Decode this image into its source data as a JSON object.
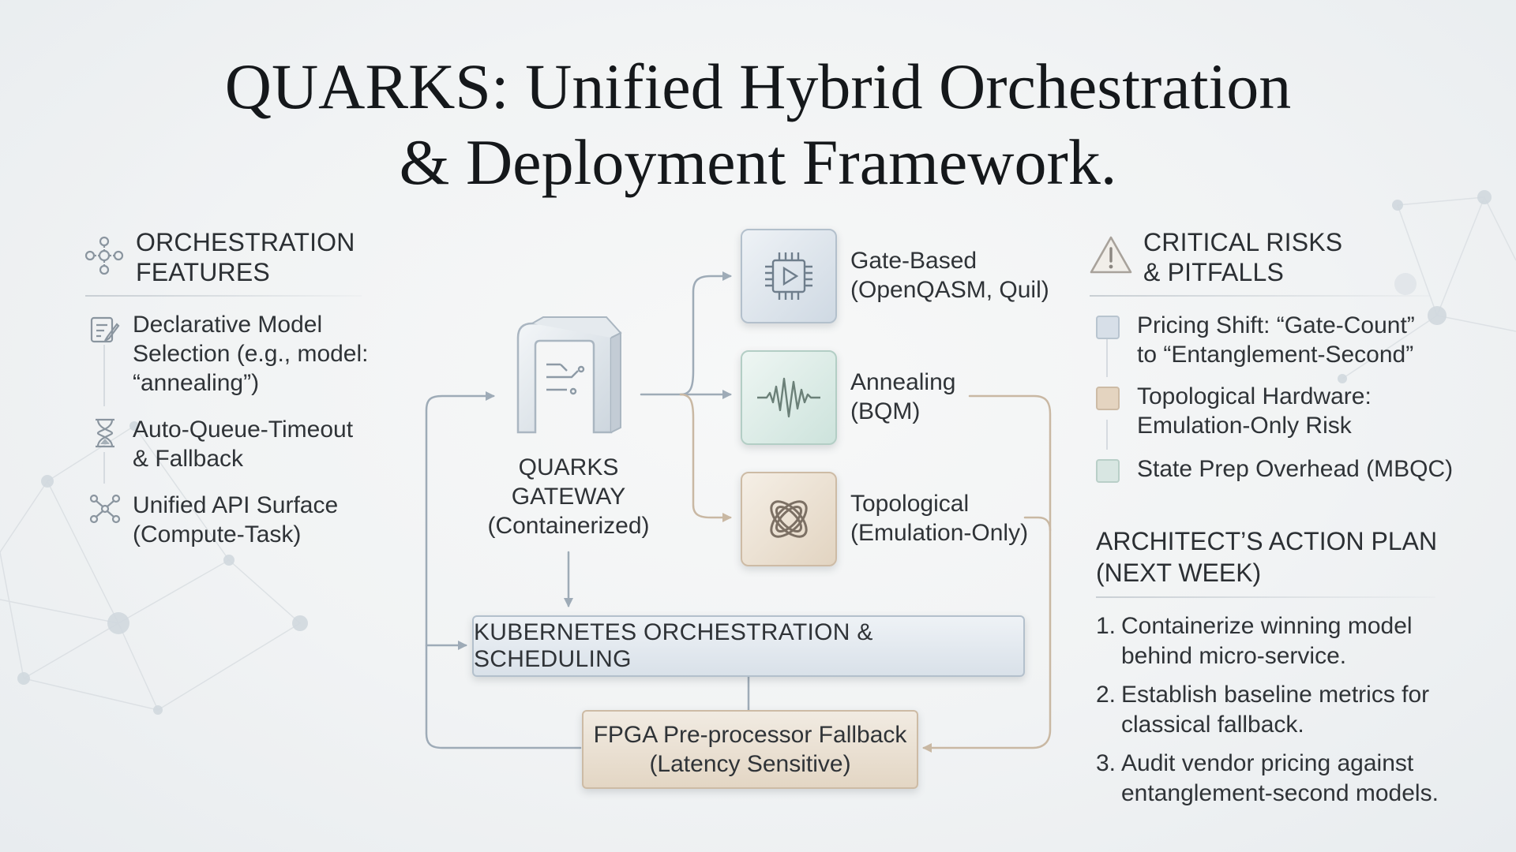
{
  "title": {
    "line1": "QUARKS: Unified Hybrid Orchestration",
    "line2": "& Deployment Framework."
  },
  "orchestration": {
    "heading_line1": "ORCHESTRATION",
    "heading_line2": "FEATURES",
    "items": [
      {
        "icon": "edit-document-icon",
        "lines": [
          "Declarative Model",
          "Selection (e.g., model:",
          "“annealing”)"
        ]
      },
      {
        "icon": "hourglass-icon",
        "lines": [
          "Auto-Queue-Timeout",
          "& Fallback"
        ]
      },
      {
        "icon": "network-nodes-icon",
        "lines": [
          "Unified API Surface",
          "(Compute-Task)"
        ]
      }
    ]
  },
  "diagram": {
    "gateway": {
      "icon": "gateway-portal-icon",
      "lines": [
        "QUARKS",
        "GATEWAY",
        "(Containerized)"
      ]
    },
    "backends": [
      {
        "icon": "chip-icon",
        "color": "#dfe6ee",
        "lines": [
          "Gate-Based",
          "(OpenQASM, Quil)"
        ]
      },
      {
        "icon": "waveform-icon",
        "color": "#dcebe6",
        "lines": [
          "Annealing",
          "(BQM)"
        ]
      },
      {
        "icon": "knot-icon",
        "color": "#ebe3d6",
        "lines": [
          "Topological",
          "(Emulation-Only)"
        ]
      }
    ],
    "kubernetes": "KUBERNETES ORCHESTRATION & SCHEDULING",
    "fpga": {
      "lines": [
        "FPGA Pre-processor Fallback",
        "(Latency Sensitive)"
      ]
    }
  },
  "risks": {
    "heading_line1": "CRITICAL RISKS",
    "heading_line2": "& PITFALLS",
    "items": [
      {
        "color": "#d7dfe8",
        "lines": [
          "Pricing Shift: “Gate-Count”",
          "to “Entanglement-Second”"
        ]
      },
      {
        "color": "#e4d4c0",
        "lines": [
          "Topological Hardware:",
          "Emulation-Only Risk"
        ]
      },
      {
        "color": "#d8e6e2",
        "lines": [
          "State Prep Overhead (MBQC)"
        ]
      }
    ]
  },
  "action_plan": {
    "heading_line1": "ARCHITECT’S ACTION PLAN",
    "heading_line2": "(NEXT WEEK)",
    "items": [
      {
        "num": "1.",
        "lines": [
          "Containerize winning model",
          "behind micro-service."
        ]
      },
      {
        "num": "2.",
        "lines": [
          "Establish baseline metrics for",
          "classical fallback."
        ]
      },
      {
        "num": "3.",
        "lines": [
          "Audit vendor pricing against",
          "entanglement-second models."
        ]
      }
    ]
  }
}
